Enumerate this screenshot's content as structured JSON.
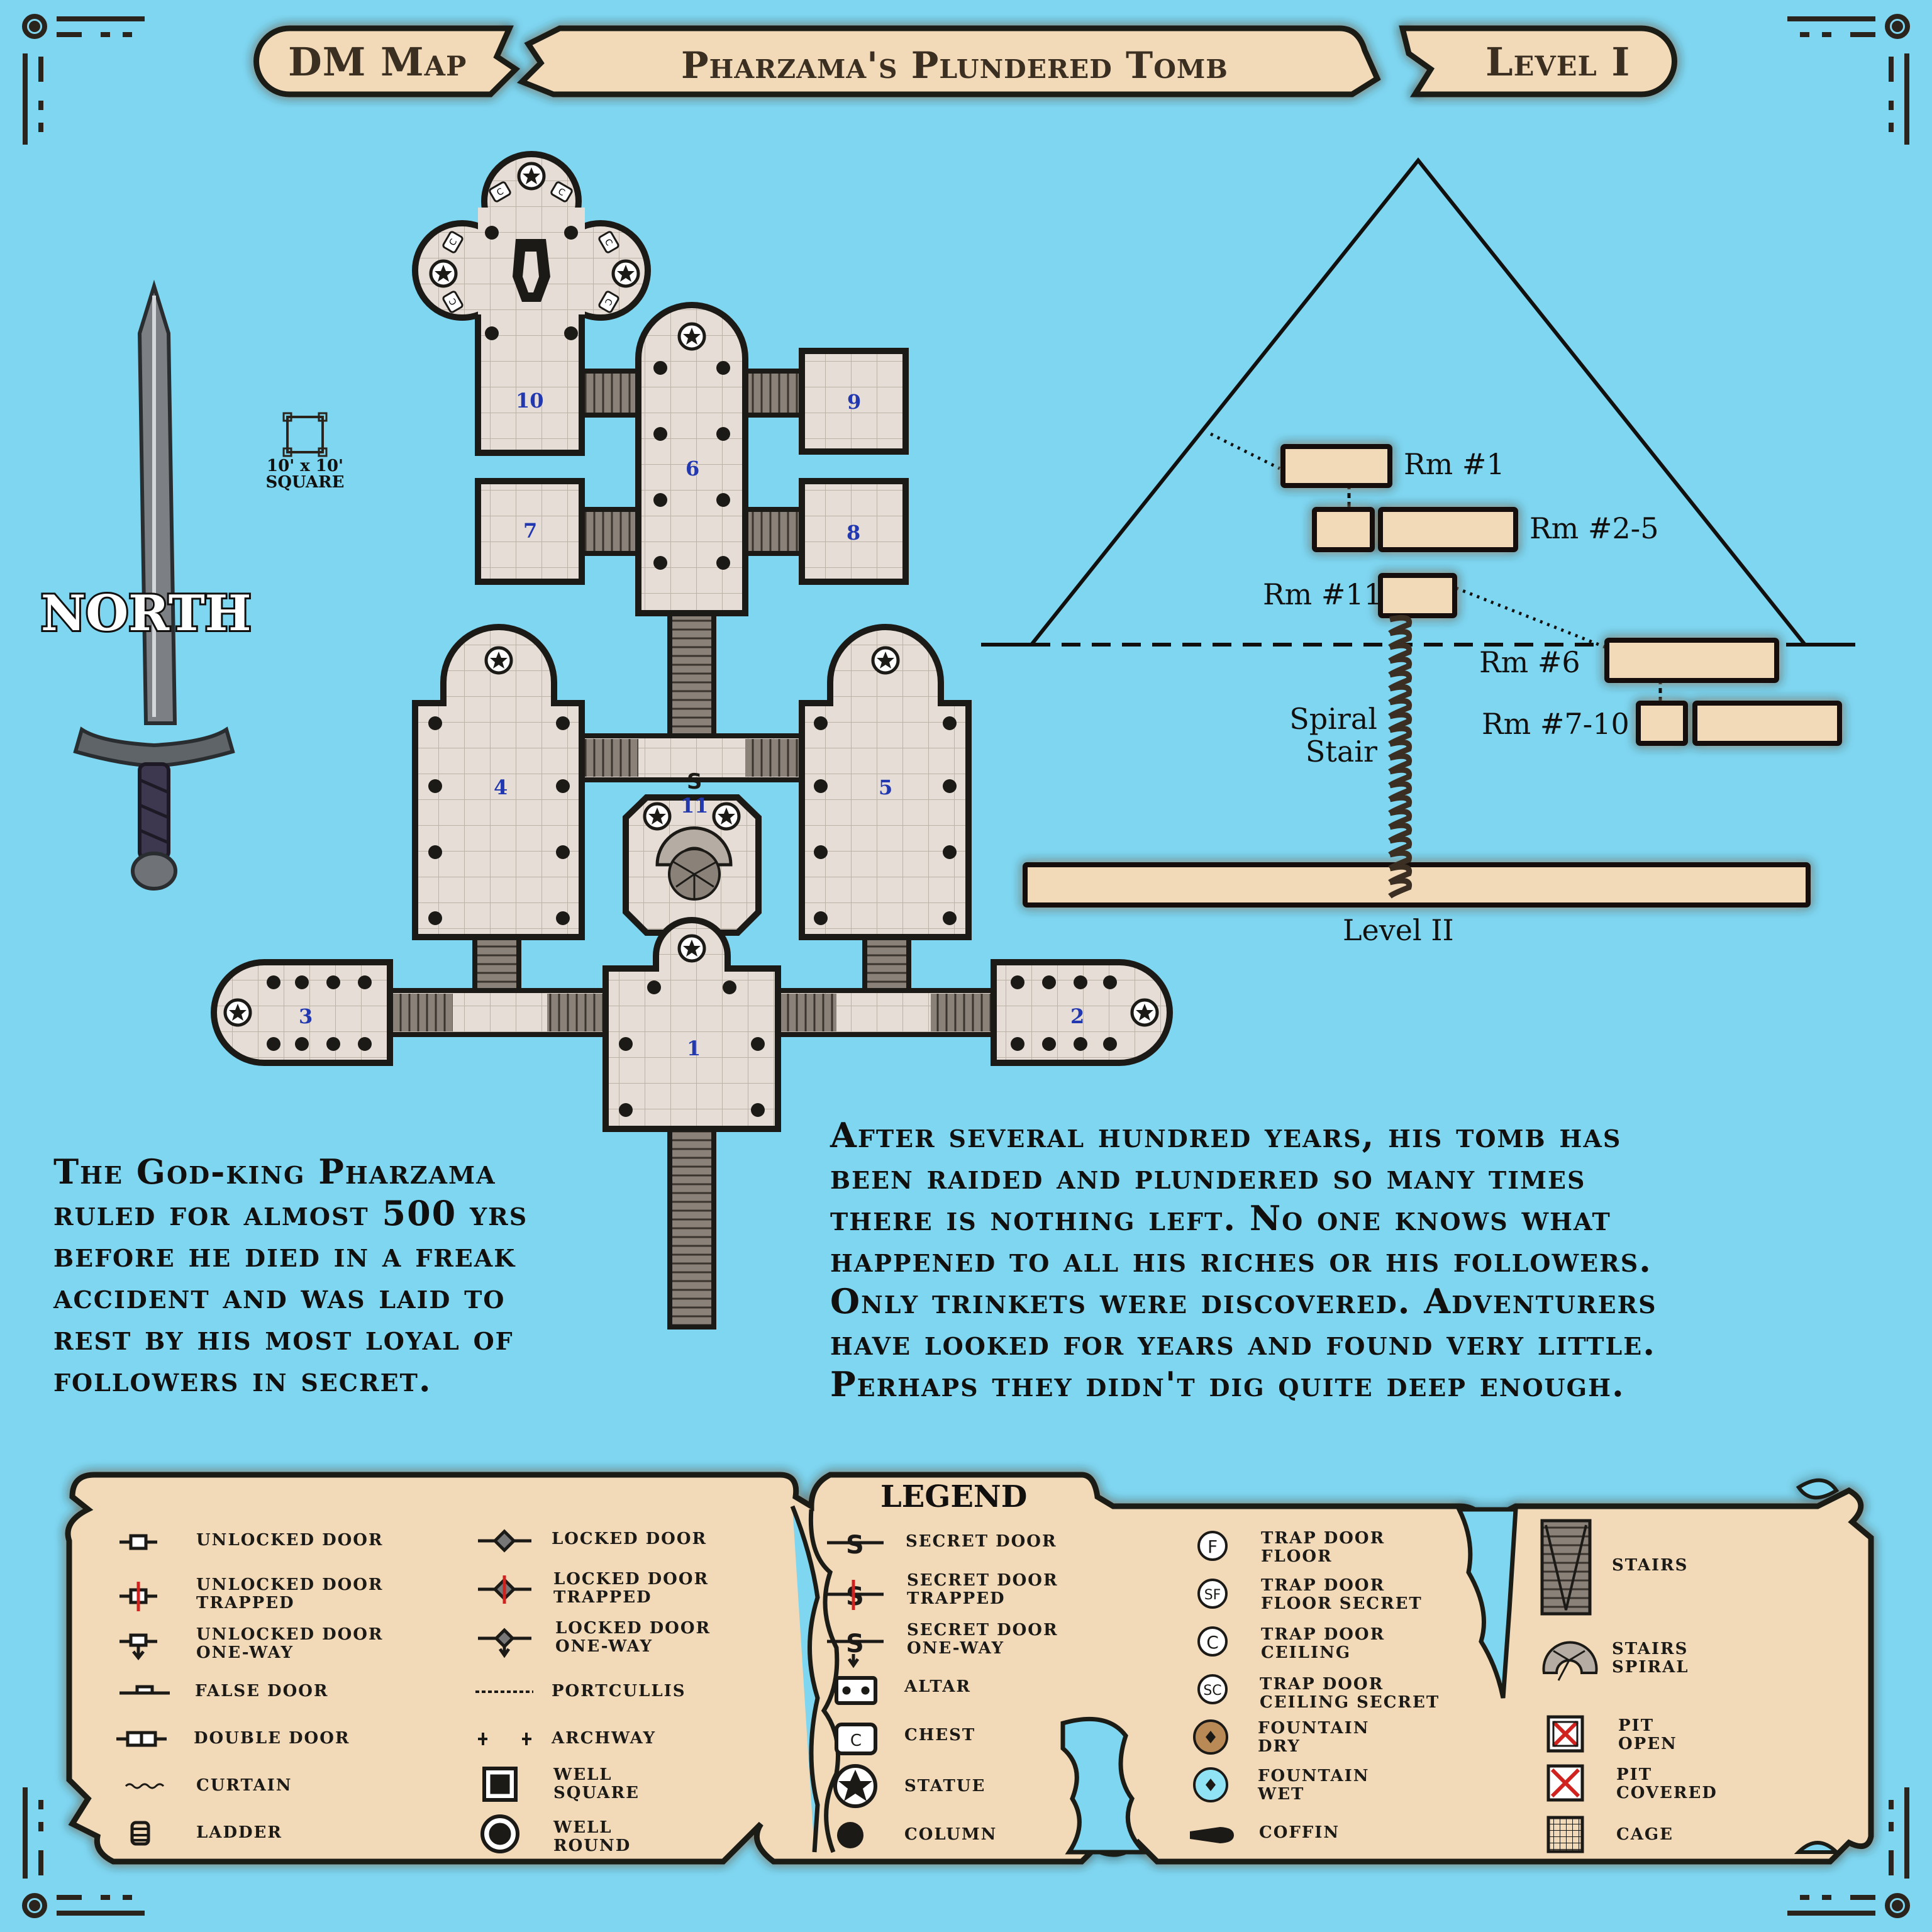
{
  "header": {
    "left_banner": "DM Map",
    "center_banner": "Pharzama's Plundered Tomb",
    "right_banner": "Level I"
  },
  "compass": {
    "north_label": "NORTH",
    "icon": "sword-icon"
  },
  "scale": {
    "line1": "10' x 10'",
    "line2": "SQUARE"
  },
  "rooms": [
    "1",
    "2",
    "3",
    "4",
    "5",
    "6",
    "7",
    "8",
    "9",
    "10",
    "11"
  ],
  "cross_section": {
    "labels": {
      "rm1": "Rm #1",
      "rm2_5": "Rm #2-5",
      "rm11": "Rm #11",
      "rm6": "Rm #6",
      "rm7_10": "Rm #7-10",
      "spiral1": "Spiral",
      "spiral2": "Stair",
      "level2": "Level II"
    }
  },
  "lore": {
    "left": [
      "The God-king Pharzama",
      "ruled for almost 500 yrs",
      "before he died in a freak",
      "accident and was laid to",
      "rest by his most loyal of",
      "followers in secret."
    ],
    "right": [
      "After several hundred years, his tomb has",
      "been raided and plundered so many times",
      "there is nothing left. No one knows what",
      "happened to all his riches or his followers.",
      "Only trinkets were discovered. Adventurers",
      "have looked for years and found very little.",
      "Perhaps they didn't dig quite deep enough."
    ]
  },
  "legend": {
    "title": "LEGEND",
    "items": [
      {
        "icon": "unlocked-door-icon",
        "lines": [
          "Unlocked door"
        ]
      },
      {
        "icon": "unlocked-door-trapped-icon",
        "lines": [
          "Unlocked door",
          "trapped"
        ]
      },
      {
        "icon": "unlocked-door-one-way-icon",
        "lines": [
          "Unlocked door",
          "one-way"
        ]
      },
      {
        "icon": "false-door-icon",
        "lines": [
          "False door"
        ]
      },
      {
        "icon": "double-door-icon",
        "lines": [
          "Double door"
        ]
      },
      {
        "icon": "curtain-icon",
        "lines": [
          "Curtain"
        ]
      },
      {
        "icon": "ladder-icon",
        "lines": [
          "Ladder"
        ]
      },
      {
        "icon": "locked-door-icon",
        "lines": [
          "Locked door"
        ]
      },
      {
        "icon": "locked-door-trapped-icon",
        "lines": [
          "Locked door",
          "trapped"
        ]
      },
      {
        "icon": "locked-door-one-way-icon",
        "lines": [
          "Locked door",
          "one-way"
        ]
      },
      {
        "icon": "portcullis-icon",
        "lines": [
          "Portcullis"
        ]
      },
      {
        "icon": "archway-icon",
        "lines": [
          "Archway"
        ]
      },
      {
        "icon": "well-square-icon",
        "lines": [
          "Well",
          "square"
        ]
      },
      {
        "icon": "well-round-icon",
        "lines": [
          "Well",
          "round"
        ]
      },
      {
        "icon": "secret-door-icon",
        "lines": [
          "Secret door"
        ]
      },
      {
        "icon": "secret-door-trapped-icon",
        "lines": [
          "Secret door",
          "trapped"
        ]
      },
      {
        "icon": "secret-door-one-way-icon",
        "lines": [
          "Secret door",
          "one-way"
        ]
      },
      {
        "icon": "altar-icon",
        "lines": [
          "Altar"
        ]
      },
      {
        "icon": "chest-icon",
        "lines": [
          "Chest"
        ]
      },
      {
        "icon": "statue-icon",
        "lines": [
          "Statue"
        ]
      },
      {
        "icon": "column-icon",
        "lines": [
          "Column"
        ]
      },
      {
        "icon": "trap-door-floor-icon",
        "lines": [
          "Trap door",
          "floor"
        ]
      },
      {
        "icon": "trap-door-floor-secret-icon",
        "lines": [
          "Trap door",
          "floor secret"
        ]
      },
      {
        "icon": "trap-door-ceiling-icon",
        "lines": [
          "Trap door",
          "ceiling"
        ]
      },
      {
        "icon": "trap-door-ceiling-secret-icon",
        "lines": [
          "Trap door",
          "ceiling secret"
        ]
      },
      {
        "icon": "fountain-dry-icon",
        "lines": [
          "Fountain",
          "dry"
        ]
      },
      {
        "icon": "fountain-wet-icon",
        "lines": [
          "Fountain",
          "wet"
        ]
      },
      {
        "icon": "coffin-icon",
        "lines": [
          "Coffin"
        ]
      },
      {
        "icon": "stairs-icon",
        "lines": [
          "Stairs"
        ]
      },
      {
        "icon": "stairs-spiral-icon",
        "lines": [
          "Stairs",
          "spiral"
        ]
      },
      {
        "icon": "pit-open-icon",
        "lines": [
          "Pit",
          "open"
        ]
      },
      {
        "icon": "pit-covered-icon",
        "lines": [
          "Pit",
          "covered"
        ]
      },
      {
        "icon": "cage-icon",
        "lines": [
          "Cage"
        ]
      }
    ],
    "icon_glyphs": {
      "trap_floor": "F",
      "trap_floor_secret": "SF",
      "trap_ceiling": "C",
      "trap_ceiling_secret": "SC",
      "chest": "C"
    }
  },
  "colors": {
    "background": "#7fd6f0",
    "parchment": "#f2d9b8",
    "floor": "#e6ded6",
    "wall": "#1c1a17",
    "room_number": "#2238b0",
    "trap_red": "#d0221f"
  }
}
